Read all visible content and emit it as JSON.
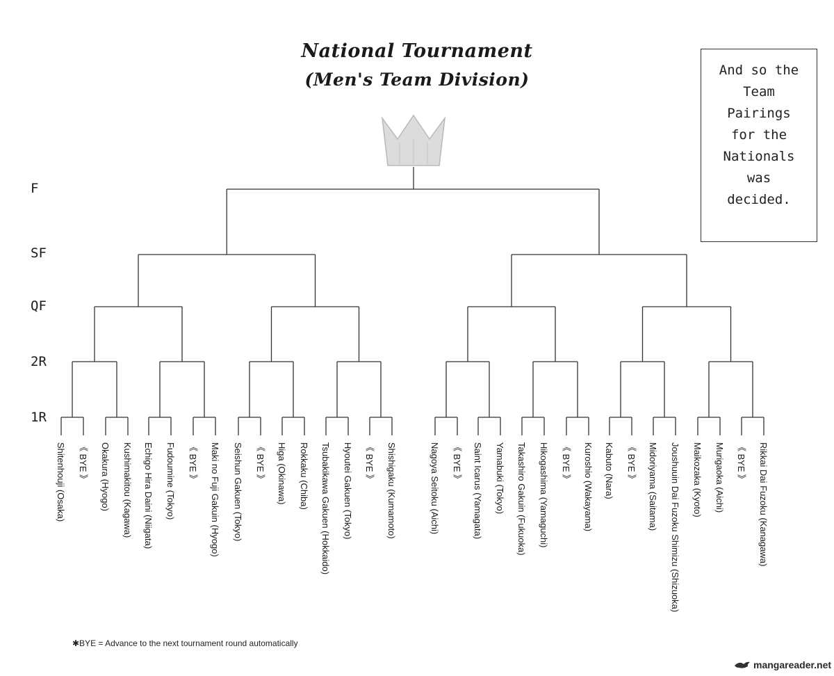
{
  "title": {
    "line1": "National Tournament",
    "line2": "(Men's Team Division)"
  },
  "note": "And so the\nTeam\nPairings\nfor the\nNationals\nwas\ndecided.",
  "rounds": [
    "F",
    "SF",
    "QF",
    "2R",
    "1R"
  ],
  "teams": [
    "Shitenhouji (Osaka)",
    "《 BYE 》",
    "Okakura (Hyogo)",
    "Kushimakitou (Kagawa)",
    "Echigo Hira Daini (Niigata)",
    "Fudoumine (Tokyo)",
    "《 BYE 》",
    "Maki no Fuji Gakuin (Hyogo)",
    "Seishun Gakuen (Tokyo)",
    "《 BYE 》",
    "Higa (Okinawa)",
    "Rokkaku (Chiba)",
    "Tsubakikawa Gakuen (Hokkaido)",
    "Hyoutei Gakuen (Tokyo)",
    "《 BYE 》",
    "Shishigaku (Kumamoto)",
    "Nagoya Seitoku (Aichi)",
    "《 BYE 》",
    "Saint Icarus (Yamagata)",
    "Yamabuki (Tokyo)",
    "Takashiro Gakuin (Fukuoka)",
    "Hikogashima (Yamaguchi)",
    "《 BYE 》",
    "Kuroshio (Wakayama)",
    "Kabuto (Nara)",
    "《 BYE 》",
    "Midoriyama (Saitama)",
    "Joushuuin Dai Fuzoku Shimizu (Shizuoka)",
    "Maikozaka (Kyoto)",
    "Murigaoka (Aichi)",
    "《 BYE 》",
    "Rikkai Dai Fuzoku (Kanagawa)"
  ],
  "footnote": "✱BYE = Advance to the next tournament round automatically",
  "watermark": "mangareader.net"
}
